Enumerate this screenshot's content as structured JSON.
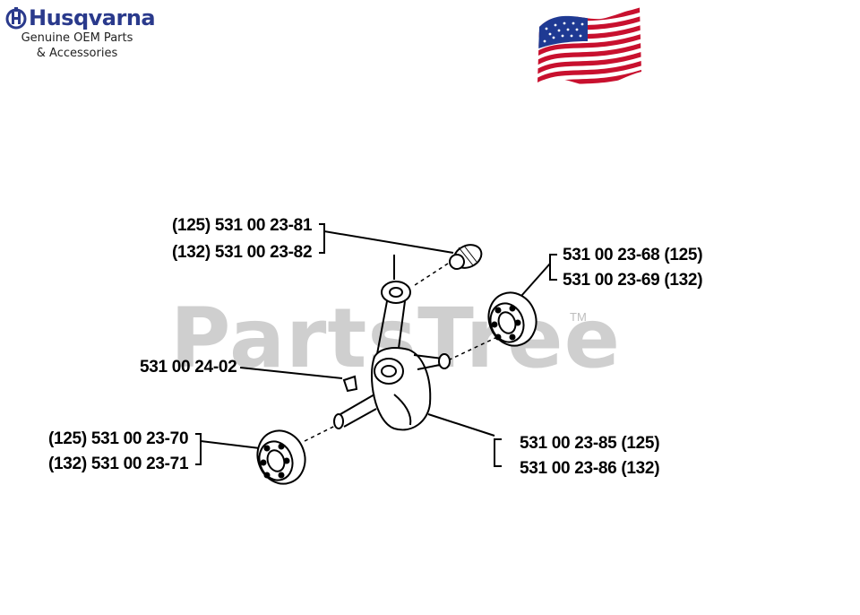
{
  "brand": {
    "name": "Husqvarna",
    "tagline_line1": "Genuine OEM Parts",
    "tagline_line2": "& Accessories"
  },
  "watermark": {
    "text": "PartsTree",
    "tm": "TM"
  },
  "colors": {
    "brand_blue": "#2a3a8c",
    "flag_red": "#c8102e",
    "flag_blue": "#1f3a93",
    "watermark_gray": "#cfcfcf"
  },
  "labels": {
    "bearing_top_125": "(125) 531 00 23-81",
    "bearing_top_132": "(132) 531 00 23-82",
    "bearing_right_125": "531 00 23-68 (125)",
    "bearing_right_132": "531 00 23-69 (132)",
    "key": "531 00 24-02",
    "bearing_left_125": "(125) 531 00 23-70",
    "bearing_left_132": "(132) 531 00 23-71",
    "crankshaft_125": "531 00 23-85 (125)",
    "crankshaft_132": "531 00 23-86 (132)"
  }
}
